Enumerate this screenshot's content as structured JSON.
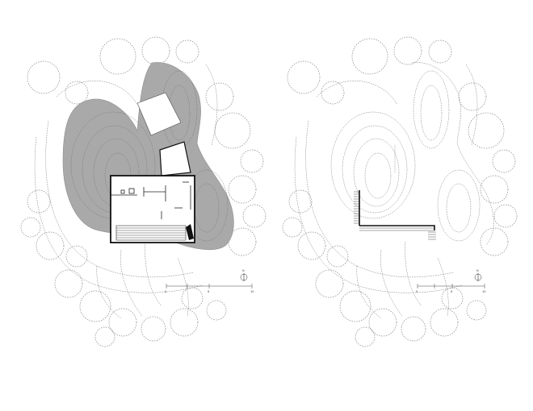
{
  "drawings": [
    {
      "id": "left",
      "shaded_terrain": true,
      "fill_color": "#a9a9a9",
      "scale_labels": [
        "0",
        "5",
        "10"
      ],
      "north_letter": "N"
    },
    {
      "id": "right",
      "shaded_terrain": false,
      "scale_labels": [
        "0",
        "5",
        "10"
      ],
      "north_letter": "N"
    }
  ],
  "colors": {
    "background": "#ffffff",
    "line": "#7a7a7a",
    "wall": "#111111",
    "shade": "#a9a9a9"
  }
}
